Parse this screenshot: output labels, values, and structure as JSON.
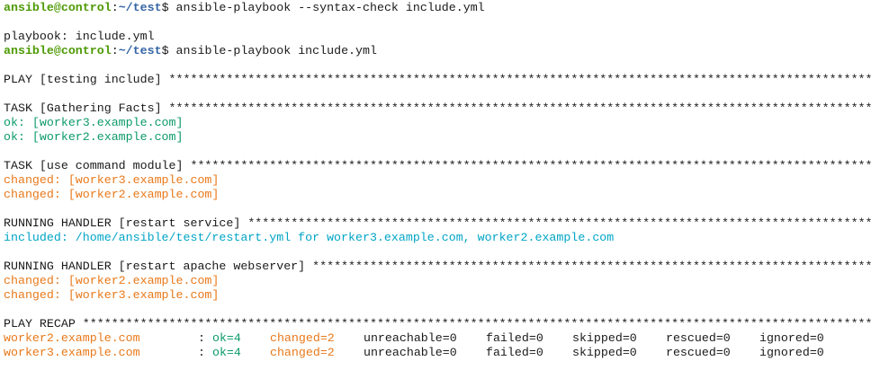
{
  "prompt": {
    "user_host": "ansible@control",
    "sep": ":",
    "path": "~/test",
    "dollar": "$ "
  },
  "commands": {
    "cmd1": "ansible-playbook --syntax-check include.yml",
    "cmd2": "ansible-playbook include.yml"
  },
  "output": {
    "syntax_result": "playbook: include.yml",
    "play_header": "PLAY [testing include] ",
    "task_facts_header": "TASK [Gathering Facts] ",
    "facts_ok": [
      "ok: [worker3.example.com]",
      "ok: [worker2.example.com]"
    ],
    "task_cmd_header": "TASK [use command module] ",
    "cmd_changed": [
      "changed: [worker3.example.com]",
      "changed: [worker2.example.com]"
    ],
    "handler1_header": "RUNNING HANDLER [restart service] ",
    "handler1_included": "included: /home/ansible/test/restart.yml for worker3.example.com, worker2.example.com",
    "handler2_header": "RUNNING HANDLER [restart apache webserver] ",
    "handler2_changed": [
      "changed: [worker2.example.com]",
      "changed: [worker3.example.com]"
    ],
    "recap_header": "PLAY RECAP "
  },
  "recap": [
    {
      "host": "worker2.example.com",
      "colon": ": ",
      "ok": "ok=4",
      "changed": "changed=2",
      "unreachable": "unreachable=0",
      "failed": "failed=0",
      "skipped": "skipped=0",
      "rescued": "rescued=0",
      "ignored": "ignored=0"
    },
    {
      "host": "worker3.example.com",
      "colon": ": ",
      "ok": "ok=4",
      "changed": "changed=2",
      "unreachable": "unreachable=0",
      "failed": "failed=0",
      "skipped": "skipped=0",
      "rescued": "rescued=0",
      "ignored": "ignored=0"
    }
  ],
  "colors": {
    "user": "#4e9a06",
    "path": "#3465a4",
    "ok": "#0c9a6a",
    "changed": "#e8791a",
    "included": "#00a5c5"
  }
}
